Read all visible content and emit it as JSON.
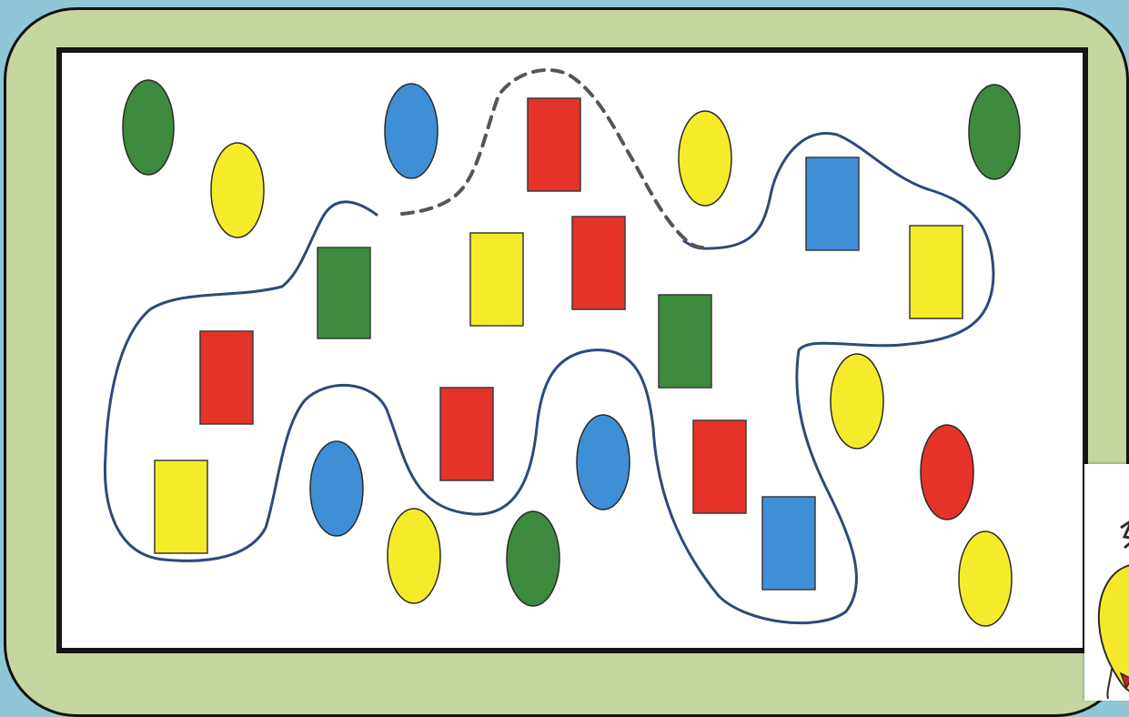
{
  "colors": {
    "background": "#8fc7d6",
    "frame": "#c5d6a0",
    "board": "#ffffff",
    "outline": "#2e4a7a",
    "green": "#3d8a3f",
    "yellow": "#f4ec2a",
    "blue": "#3f8fd6",
    "red": "#e5332a"
  },
  "shapes": {
    "circles": [
      {
        "color": "green"
      },
      {
        "color": "yellow"
      },
      {
        "color": "blue"
      },
      {
        "color": "yellow"
      },
      {
        "color": "green"
      },
      {
        "color": "yellow"
      },
      {
        "color": "red"
      },
      {
        "color": "yellow"
      },
      {
        "color": "blue"
      },
      {
        "color": "blue"
      },
      {
        "color": "yellow"
      },
      {
        "color": "green"
      }
    ],
    "squares": [
      {
        "color": "red"
      },
      {
        "color": "green"
      },
      {
        "color": "yellow"
      },
      {
        "color": "red"
      },
      {
        "color": "blue"
      },
      {
        "color": "yellow"
      },
      {
        "color": "green"
      },
      {
        "color": "red"
      },
      {
        "color": "red"
      },
      {
        "color": "yellow"
      },
      {
        "color": "red"
      },
      {
        "color": "blue"
      }
    ]
  },
  "mascot": {
    "icon": "apple-character-icon"
  }
}
